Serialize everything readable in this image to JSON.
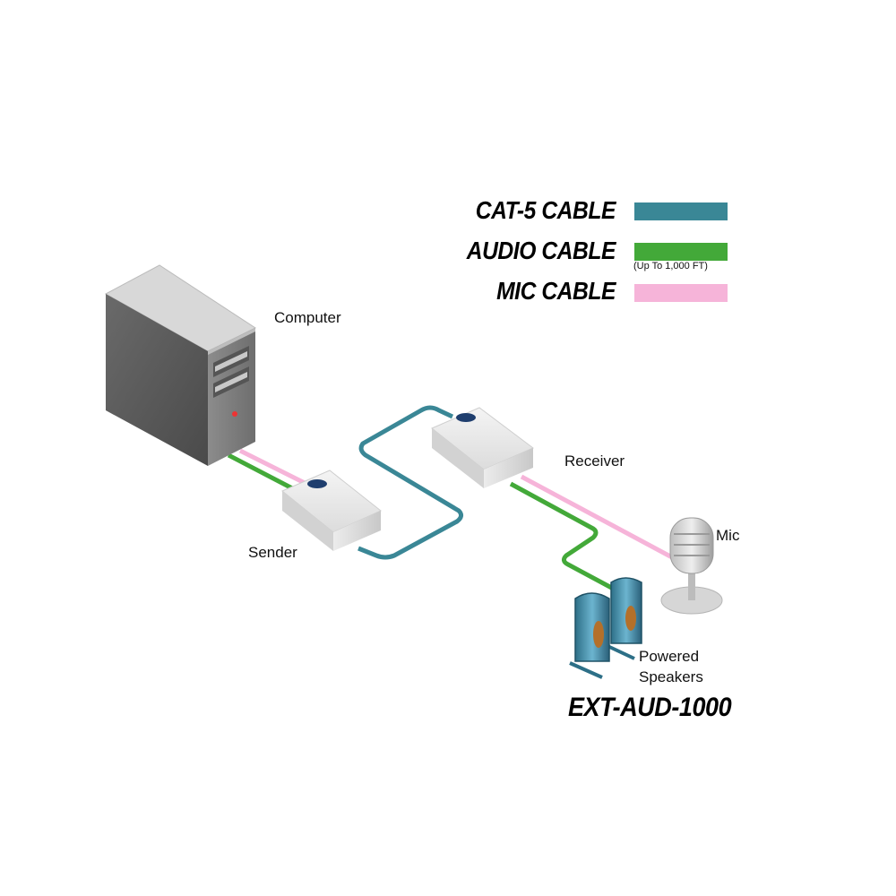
{
  "legend": {
    "items": [
      {
        "label": "CAT-5 CABLE",
        "color": "#3a8796"
      },
      {
        "label": "AUDIO CABLE",
        "color": "#43a939",
        "note": "(Up To 1,000 FT)"
      },
      {
        "label": "MIC CABLE",
        "color": "#f6b4d9"
      }
    ]
  },
  "labels": {
    "computer": "Computer",
    "receiver": "Receiver",
    "sender": "Sender",
    "mic": "Mic",
    "speakers_line1": "Powered",
    "speakers_line2": "Speakers"
  },
  "model": "EXT-AUD-1000",
  "icons": [
    "computer-tower-icon",
    "sender-box-icon",
    "receiver-box-icon",
    "microphone-icon",
    "speaker-icon"
  ]
}
